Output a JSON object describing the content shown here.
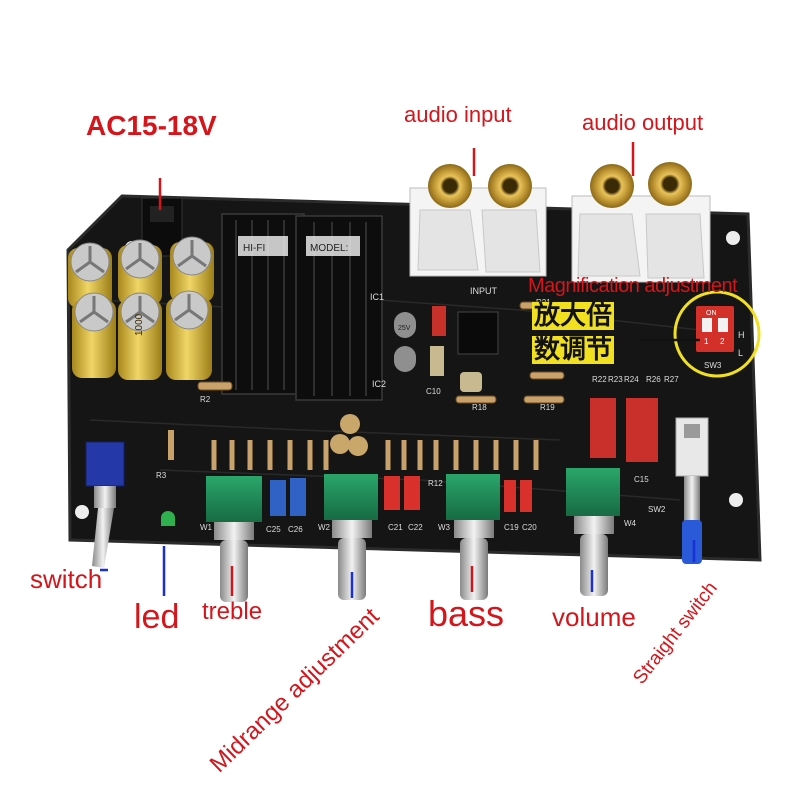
{
  "labels": {
    "power": "AC15-18V",
    "audio_input": "audio input",
    "audio_output": "audio output",
    "magnification": "Magnification adjustment",
    "magnification_cn_1": "放大倍",
    "magnification_cn_2": "数调节",
    "switch": "switch",
    "led": "led",
    "treble": "treble",
    "midrange": "Midrange adjustment",
    "bass": "bass",
    "volume": "volume",
    "straight_switch": "Straight switch"
  },
  "board_text": {
    "input": "INPUT",
    "hifi": "HI-FI",
    "model": "MODEL:",
    "r2": "R2",
    "r3": "R3",
    "r12": "R12",
    "r18": "R18",
    "r19": "R19",
    "r21": "R21",
    "r22": "R22",
    "r23": "R23",
    "r24": "R24",
    "r26": "R26",
    "r27": "R27",
    "c10": "C10",
    "c15": "C15",
    "c19": "C19",
    "c20": "C20",
    "c21": "C21",
    "c22": "C22",
    "c25": "C25",
    "c26": "C26",
    "ic1": "IC1",
    "ic2": "IC2",
    "w1": "W1",
    "w2": "W2",
    "w3": "W3",
    "w4": "W4",
    "sw2": "SW2",
    "sw3": "SW3",
    "dip_on": "ON",
    "dip_1": "1",
    "dip_2": "2",
    "dip_h": "H",
    "dip_l": "L",
    "cap_rating": "1000",
    "cap_small": "25V"
  },
  "colors": {
    "label_red": "#d4151b",
    "leader_blue": "#1b2fd6",
    "pcb": "#121212",
    "pot_green": "#1e8a57",
    "cap_yellow": "#d9b73a",
    "highlight_circle": "#f1e01f"
  }
}
